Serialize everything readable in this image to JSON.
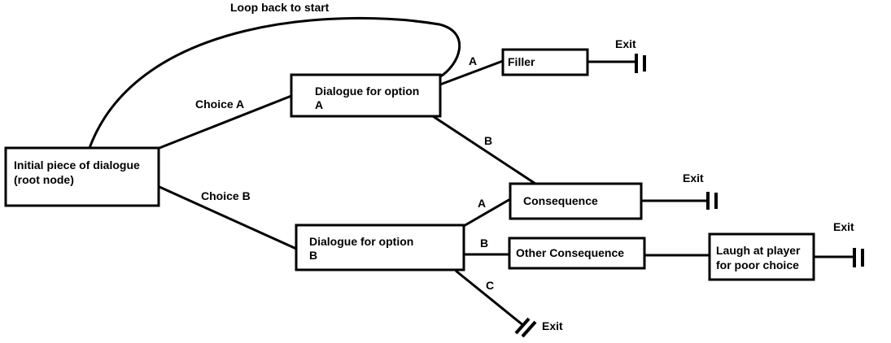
{
  "diagram": {
    "loop_label": "Loop back to start",
    "nodes": {
      "root": {
        "line1": "Initial piece of dialogue",
        "line2": "(root node)"
      },
      "option_a": {
        "line1": "Dialogue for option",
        "line2": "A"
      },
      "option_b": {
        "line1": "Dialogue for option",
        "line2": "B"
      },
      "filler": "Filler",
      "consequence": "Consequence",
      "other_consequence": "Other Consequence",
      "laugh": {
        "line1": "Laugh at player",
        "line2": "for poor choice"
      }
    },
    "edges": {
      "choice_a": "Choice A",
      "choice_b": "Choice B",
      "a_to_filler": "A",
      "a_to_consequence": "B",
      "b_to_consequence": "A",
      "b_to_other": "B",
      "b_to_exit": "C"
    },
    "exits": {
      "filler_exit": "Exit",
      "consequence_exit": "Exit",
      "laugh_exit": "Exit",
      "c_exit": "Exit"
    }
  }
}
